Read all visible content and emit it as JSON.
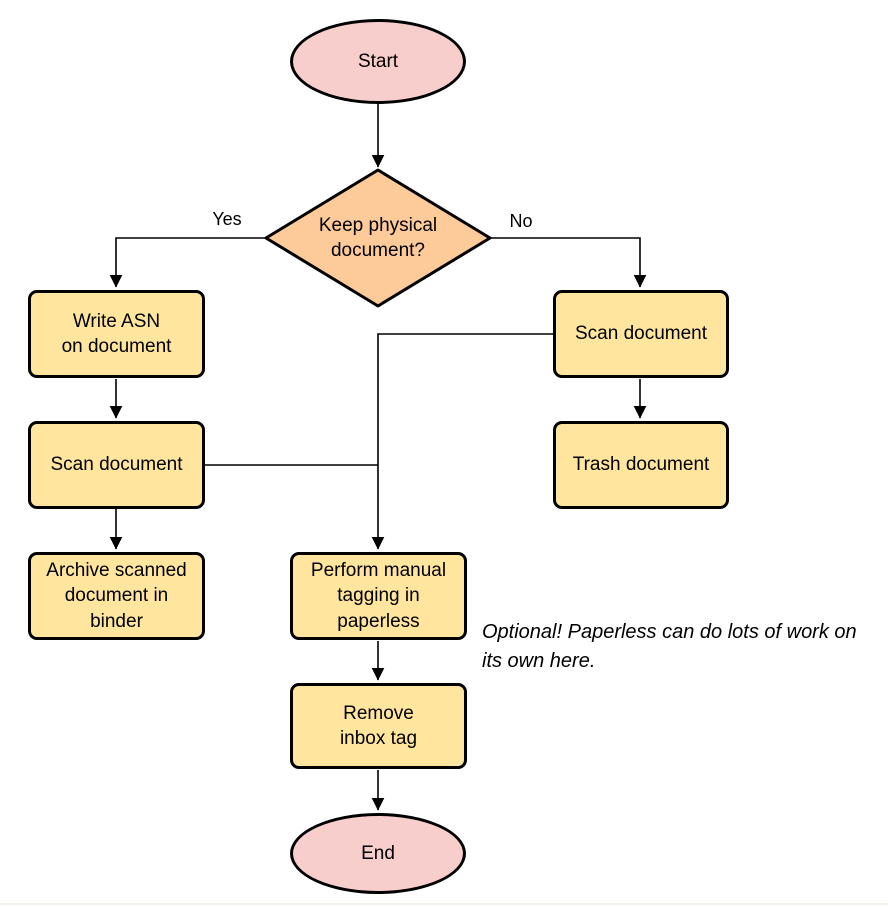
{
  "palette": {
    "terminator_fill": "#f8cecc",
    "decision_fill": "#fdca9a",
    "process_fill": "#ffe59d",
    "stroke": "#000000",
    "background": "#ffffff"
  },
  "flowchart": {
    "start": {
      "label": "Start"
    },
    "decision": {
      "label": "Keep physical\ndocument?"
    },
    "write_asn": {
      "label": "Write ASN\non document"
    },
    "scan_left": {
      "label": "Scan document"
    },
    "archive": {
      "label": "Archive scanned\ndocument in\nbinder"
    },
    "scan_right": {
      "label": "Scan document"
    },
    "trash": {
      "label": "Trash document"
    },
    "perform_tagging": {
      "label": "Perform manual\ntagging in\npaperless"
    },
    "remove_inbox": {
      "label": "Remove\ninbox tag"
    },
    "end": {
      "label": "End"
    },
    "branch_yes": "Yes",
    "branch_no": "No",
    "annotation": "Optional! Paperless can do lots of work on\nits own here."
  }
}
